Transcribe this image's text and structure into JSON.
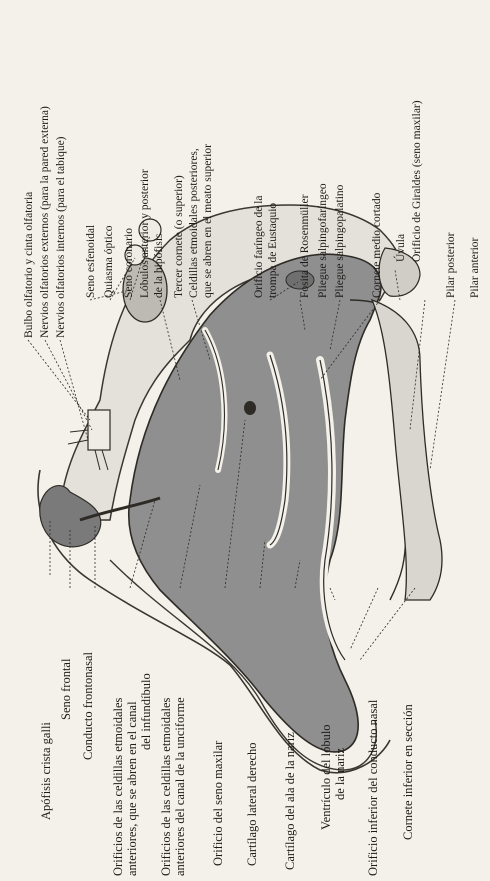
{
  "colors": {
    "paper": "#f4f1ea",
    "ink": "#1e1b18",
    "cavity": "#8f8f8f",
    "tissue_light": "#d9d6d0"
  },
  "labels": {
    "bottom": [
      "Apófisis crista galli",
      "Seno frontal",
      "Conducto frontonasal",
      "Orificios de las celdillas etmoidales",
      "anteriores, que se abren en el canal",
      "del infundíbulo",
      "Orificios de las celdillas etmoidales",
      "anteriores del canal de la unciforme",
      "Orificio del seno maxilar",
      "Cartílago lateral derecho",
      "Cartílago del ala de la nariz",
      "Ventrículo del lóbulo",
      "de la nariz",
      "Orificio inferior del conducto nasal",
      "Cornete inferior en sección"
    ],
    "top": [
      "Bulbo olfatorio y cinta olfatoria",
      "Nervios olfatorios externos (para la pared externa)",
      "Nervios olfatorios internos (para el tabique)",
      "Seno esfenoidal",
      "Quiasma óptico",
      "Seno coronario",
      "Lóbulos anterior y posterior",
      "de la hipófisis",
      "Tercer cornete (o superior)",
      "Celdillas etmoidales posteriores,",
      "que se abren en el meato superior",
      "Orificio faríngeo de la",
      "trompa de Eustaquio",
      "Fosita de Rosenmüller",
      "Pliegue salpingofaríngeo",
      "Pliegue salpingopalatino",
      "Cornete medio cortado",
      "Úvula",
      "Orificio de Giraldes (seno maxilar)",
      "Pilar posterior",
      "Pilar anterior"
    ]
  }
}
